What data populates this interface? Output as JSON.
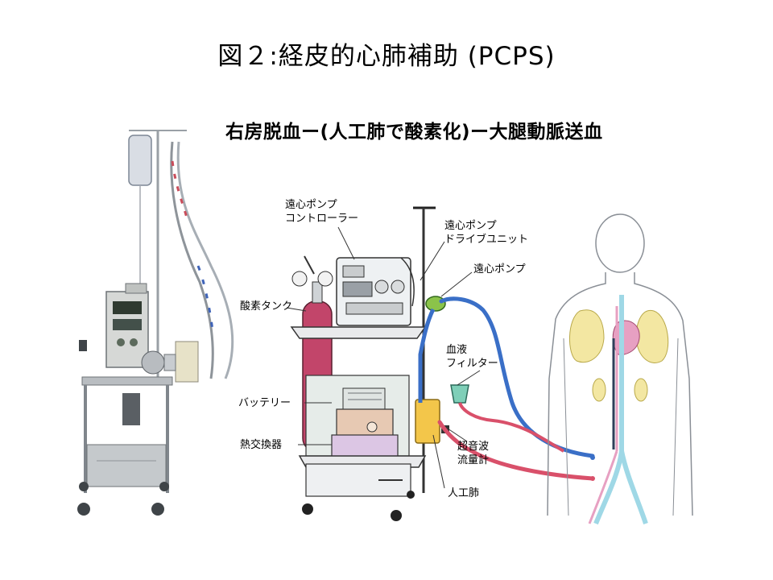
{
  "title": "図２:経皮的心肺補助 (PCPS)",
  "subtitle": "右房脱血ー(人工肺で酸素化)ー大腿動脈送血",
  "labels": {
    "controller_line1": "遠心ポンプ",
    "controller_line2": "コントローラー",
    "drive_line1": "遠心ポンプ",
    "drive_line2": "ドライブユニット",
    "pump": "遠心ポンプ",
    "oxygen": "酸素タンク",
    "filter_line1": "血液",
    "filter_line2": "フィルター",
    "battery": "バッテリー",
    "heat_exchanger": "熱交換器",
    "flowmeter_line1": "超音波",
    "flowmeter_line2": "流量計",
    "oxygenator": "人工肺"
  },
  "colors": {
    "venous_blue": "#3a6fc7",
    "arterial_red": "#d9506a",
    "oxygen_tank": "#c2456a",
    "pump_green": "#8bc34a",
    "body_outline": "#8a8f96",
    "lung_fill": "#f3e7a2",
    "vessel_cyan": "#9fd8e6"
  }
}
